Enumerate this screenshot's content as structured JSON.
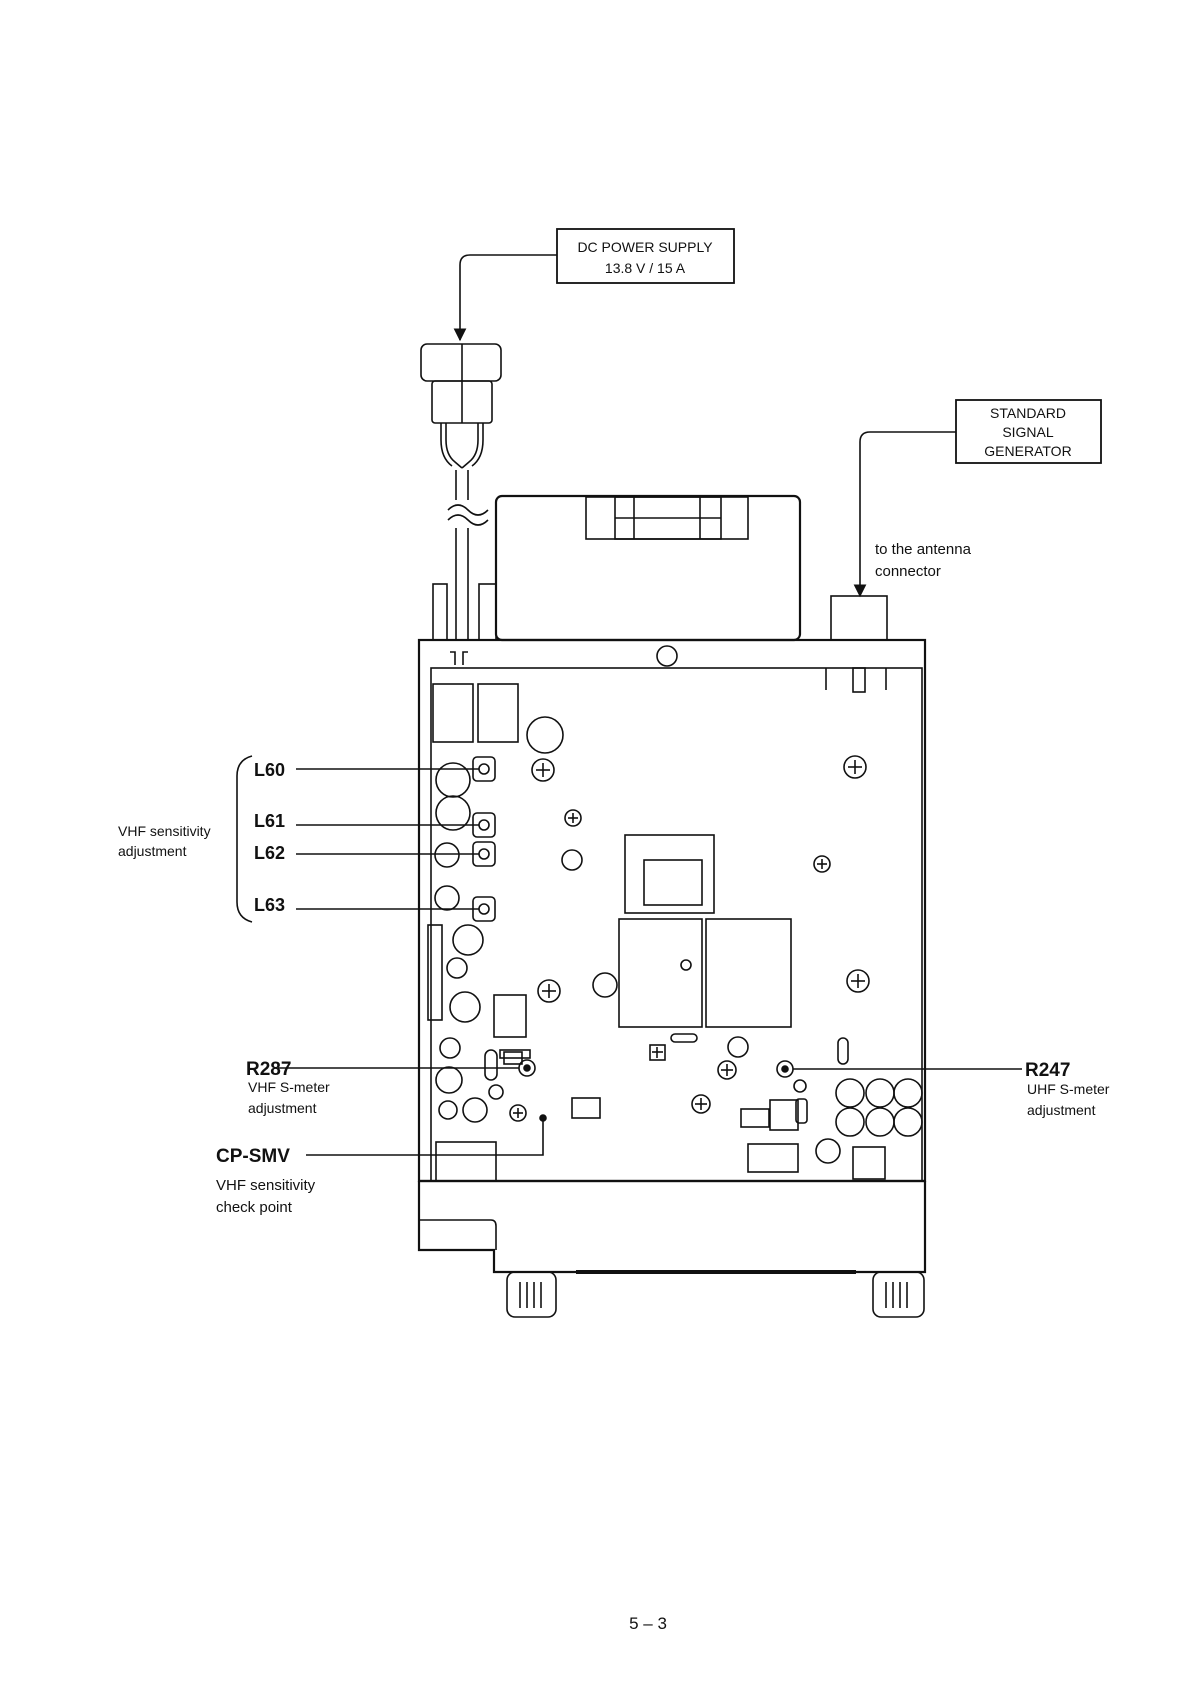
{
  "boxes": {
    "dc_power_line1": "DC POWER SUPPLY",
    "dc_power_line2": "13.8 V / 15 A",
    "ssg_line1": "STANDARD",
    "ssg_line2": "SIGNAL",
    "ssg_line3": "GENERATOR"
  },
  "antenna_note": {
    "line1": "to the antenna",
    "line2": "connector"
  },
  "vhf_sensitivity": {
    "group_line1": "VHF sensitivity",
    "group_line2": "adjustment",
    "coils": [
      "L60",
      "L61",
      "L62",
      "L63"
    ]
  },
  "r287": {
    "label": "R287",
    "desc1": "VHF S-meter",
    "desc2": "adjustment"
  },
  "cp_smv": {
    "label": "CP-SMV",
    "desc1": "VHF sensitivity",
    "desc2": "check point"
  },
  "r247": {
    "label": "R247",
    "desc1": "UHF S-meter",
    "desc2": "adjustment"
  },
  "page_number": "5 – 3"
}
